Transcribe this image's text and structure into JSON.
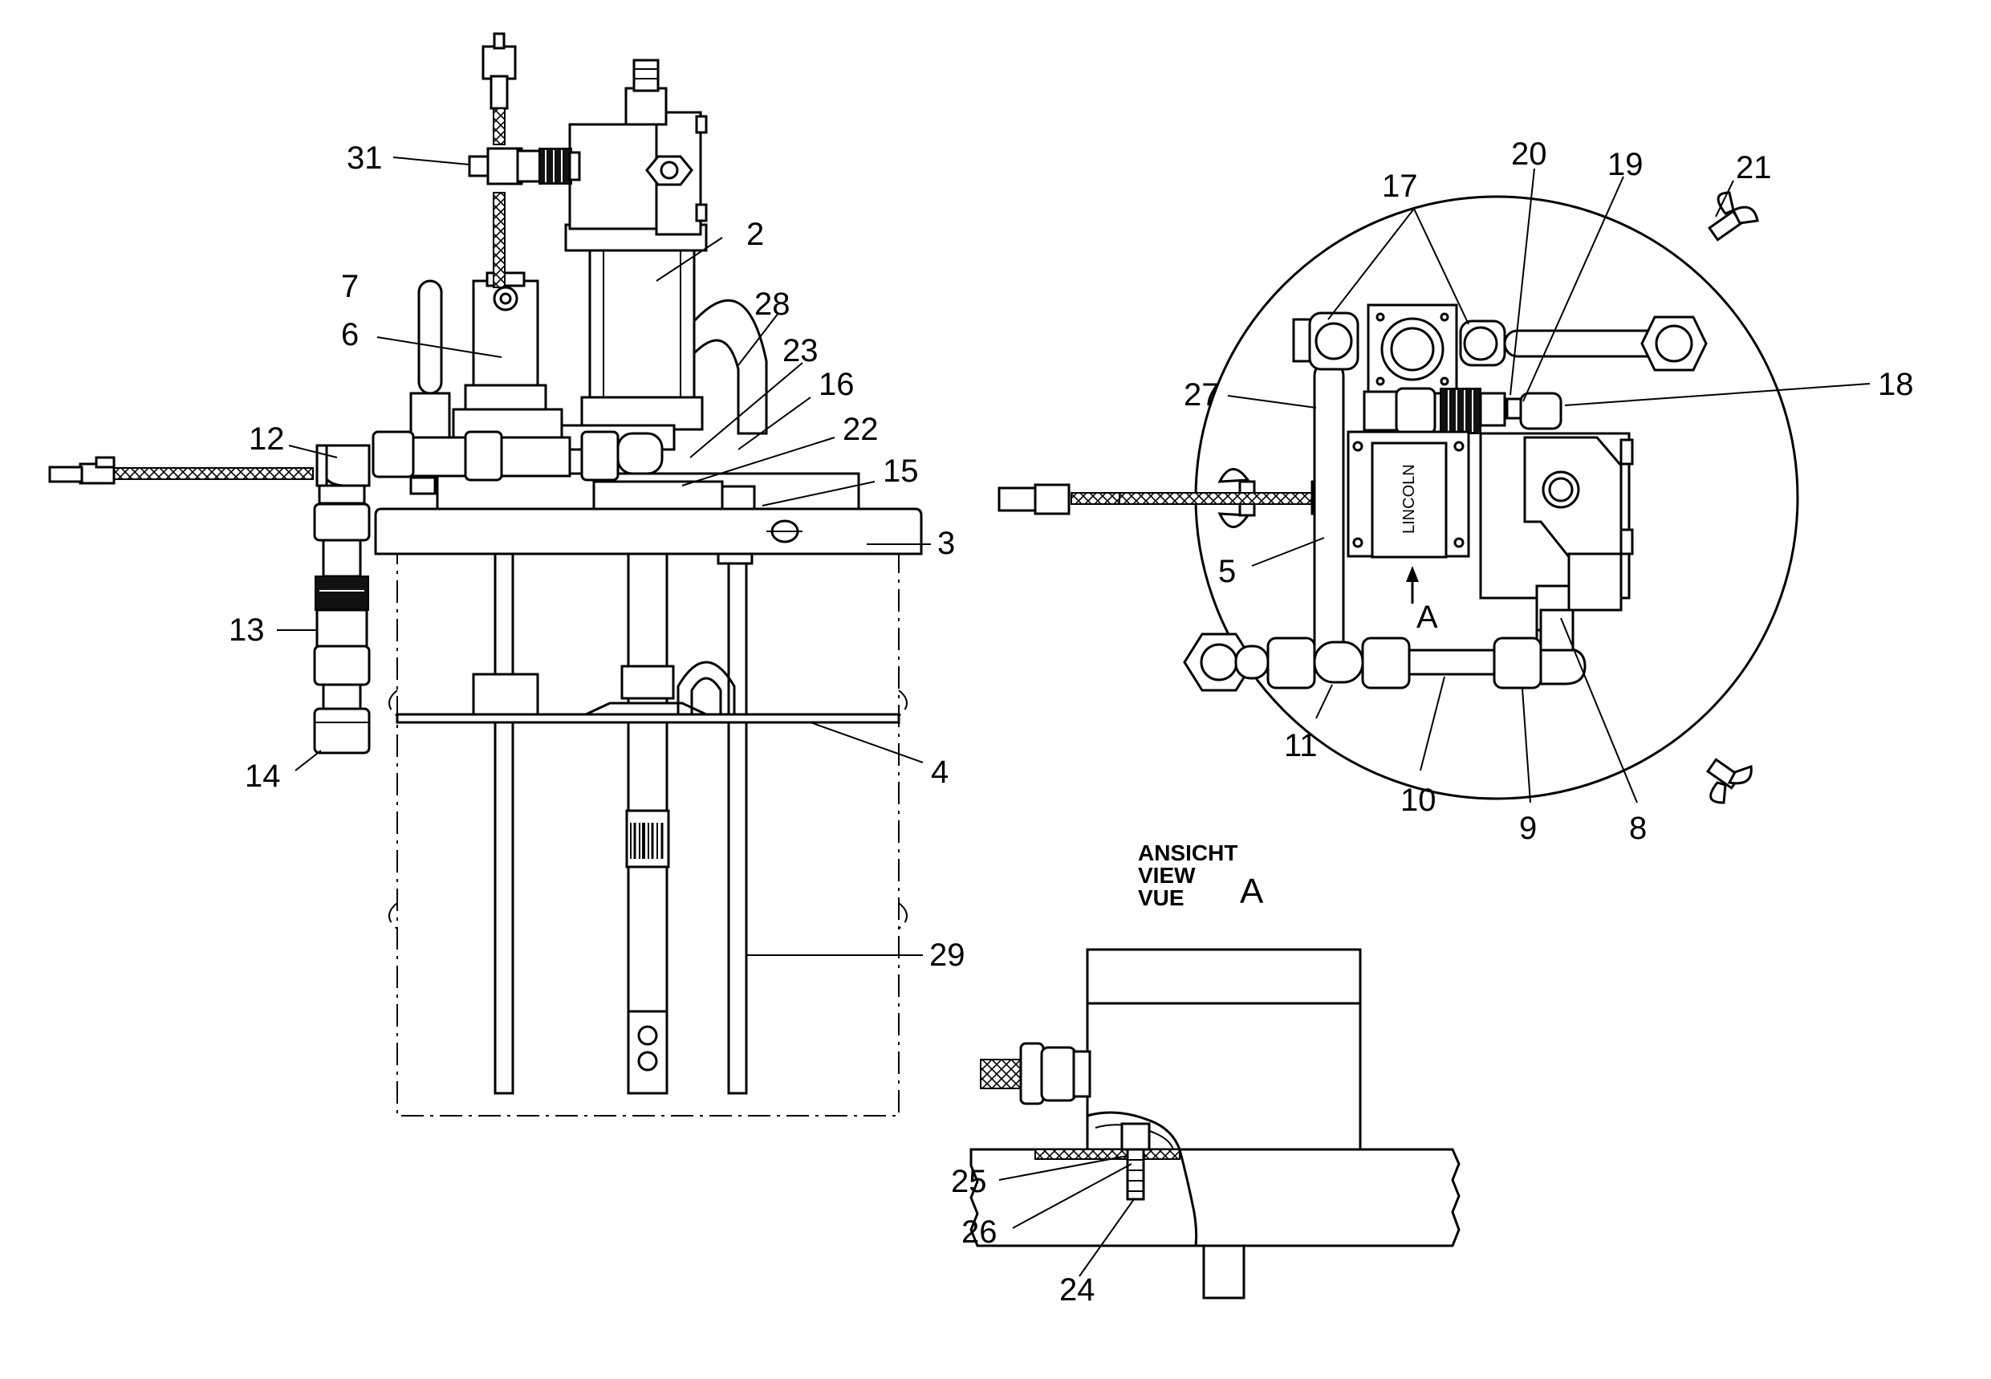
{
  "callouts": {
    "c2": "2",
    "c3": "3",
    "c4": "4",
    "c5": "5",
    "c6": "6",
    "c7": "7",
    "c8": "8",
    "c9": "9",
    "c10": "10",
    "c11": "11",
    "c12": "12",
    "c13": "13",
    "c14": "14",
    "c15": "15",
    "c16": "16",
    "c17": "17",
    "c18": "18",
    "c19": "19",
    "c20": "20",
    "c21": "21",
    "c22": "22",
    "c23": "23",
    "c24": "24",
    "c25": "25",
    "c26": "26",
    "c27": "27",
    "c28": "28",
    "c29": "29",
    "c31": "31"
  },
  "view_label": {
    "line1": "ANSICHT",
    "line2": "VIEW",
    "line3": "VUE",
    "letter": "A"
  },
  "arrow_label": "A",
  "nameplate": "LINCOLN"
}
